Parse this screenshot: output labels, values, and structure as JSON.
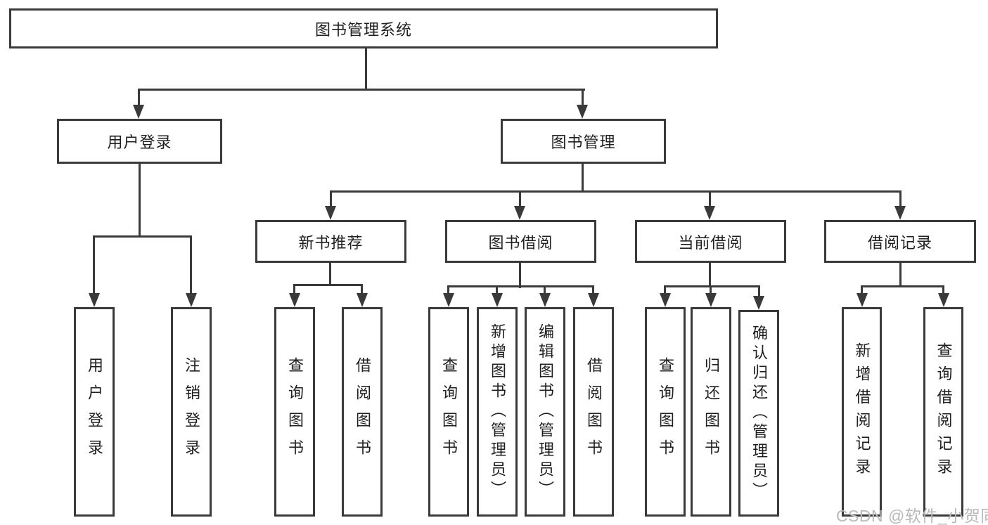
{
  "root": {
    "label": "图书管理系统"
  },
  "level2": [
    {
      "label": "用户登录"
    },
    {
      "label": "图书管理"
    }
  ],
  "level3": [
    {
      "label": "新书推荐"
    },
    {
      "label": "图书借阅"
    },
    {
      "label": "当前借阅"
    },
    {
      "label": "借阅记录"
    }
  ],
  "leaves": {
    "user": [
      {
        "label": "用户登录"
      },
      {
        "label": "注销登录"
      }
    ],
    "recommend": [
      {
        "label": "查询图书"
      },
      {
        "label": "借阅图书"
      }
    ],
    "borrow": [
      {
        "label": "查询图书"
      },
      {
        "label": "新增图书（管理员）"
      },
      {
        "label": "编辑图书（管理员）"
      },
      {
        "label": "借阅图书"
      }
    ],
    "current": [
      {
        "label": "查询图书"
      },
      {
        "label": "归还图书"
      },
      {
        "label": "确认归还（管理员）"
      }
    ],
    "record": [
      {
        "label": "新增借阅记录"
      },
      {
        "label": "查询借阅记录"
      }
    ]
  },
  "watermark": {
    "text": "CSDN @软件_小贺同学"
  },
  "colors": {
    "line": "#3a3a3a",
    "text": "#1f1f1f",
    "watermark": "#b9b9b9",
    "background": "#ffffff"
  }
}
